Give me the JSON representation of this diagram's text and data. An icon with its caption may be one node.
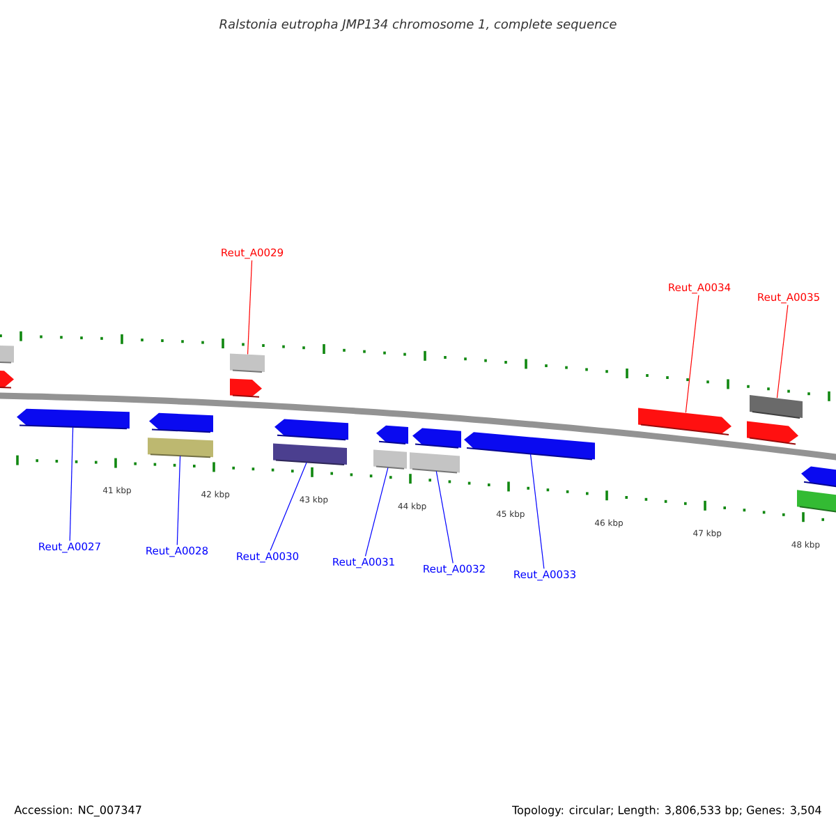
{
  "diagram": {
    "title": "Ralstonia eutropha JMP134 chromosome 1, complete sequence",
    "nodes": [
      {
        "text": [
          "Reut_A0029"
        ]
      },
      {
        "text": [
          "Reut_A0034"
        ]
      },
      {
        "text": [
          "Reut_A0035"
        ]
      },
      {
        "text": [
          "Reut_A0027"
        ]
      },
      {
        "text": [
          "Reut_A0028"
        ]
      },
      {
        "text": [
          "Reut_A0030"
        ]
      },
      {
        "text": [
          "Reut_A0031"
        ]
      },
      {
        "text": [
          "Reut_A0032"
        ]
      },
      {
        "text": [
          "Reut_A0033"
        ]
      },
      {
        "text": [],
        "shape": "pentagon"
      },
      {
        "text": [],
        "shape": "box"
      },
      {
        "text": [],
        "shape": "pentagon"
      },
      {
        "text": [],
        "shape": "box"
      },
      {
        "text": [],
        "shape": "pentagon"
      },
      {
        "text": [],
        "shape": "pentagon"
      },
      {
        "text": [],
        "shape": "box"
      },
      {
        "text": [],
        "shape": "box"
      },
      {
        "text": [],
        "shape": "pentagon"
      },
      {
        "text": [],
        "shape": "box"
      },
      {
        "text": [],
        "shape": "pentagon"
      },
      {
        "text": [],
        "shape": "box"
      },
      {
        "text": [],
        "shape": "pentagon"
      },
      {
        "text": [],
        "shape": "pentagon"
      },
      {
        "text": [],
        "shape": "pentagon"
      },
      {
        "text": [],
        "shape": "pentagon"
      },
      {
        "text": [],
        "shape": "box"
      },
      {
        "text": [],
        "shape": "box"
      },
      {
        "text": [],
        "shape": "pentagon"
      }
    ],
    "edges": [
      {
        "from": 0,
        "to": 15,
        "arrow": "none",
        "color": "#ff0000"
      },
      {
        "from": 1,
        "to": 23,
        "arrow": "none",
        "color": "#ff0000"
      },
      {
        "from": 2,
        "to": 25,
        "arrow": "none",
        "color": "#ff0000"
      },
      {
        "from": 3,
        "to": 11,
        "arrow": "none"
      },
      {
        "from": 4,
        "to": 12,
        "arrow": "none"
      },
      {
        "from": 5,
        "to": 16,
        "arrow": "none"
      },
      {
        "from": 6,
        "to": 18,
        "arrow": "none"
      },
      {
        "from": 7,
        "to": 20,
        "arrow": "none"
      },
      {
        "from": 8,
        "to": 22,
        "arrow": "none"
      }
    ],
    "labels": [
      "41 kbp",
      "42 kbp",
      "43 kbp",
      "44 kbp",
      "45 kbp",
      "46 kbp",
      "47 kbp",
      "48 kbp",
      "Accession: NC_007347",
      "Topology: circular; Length: 3,806,533 bp; Genes: 3,504"
    ]
  }
}
